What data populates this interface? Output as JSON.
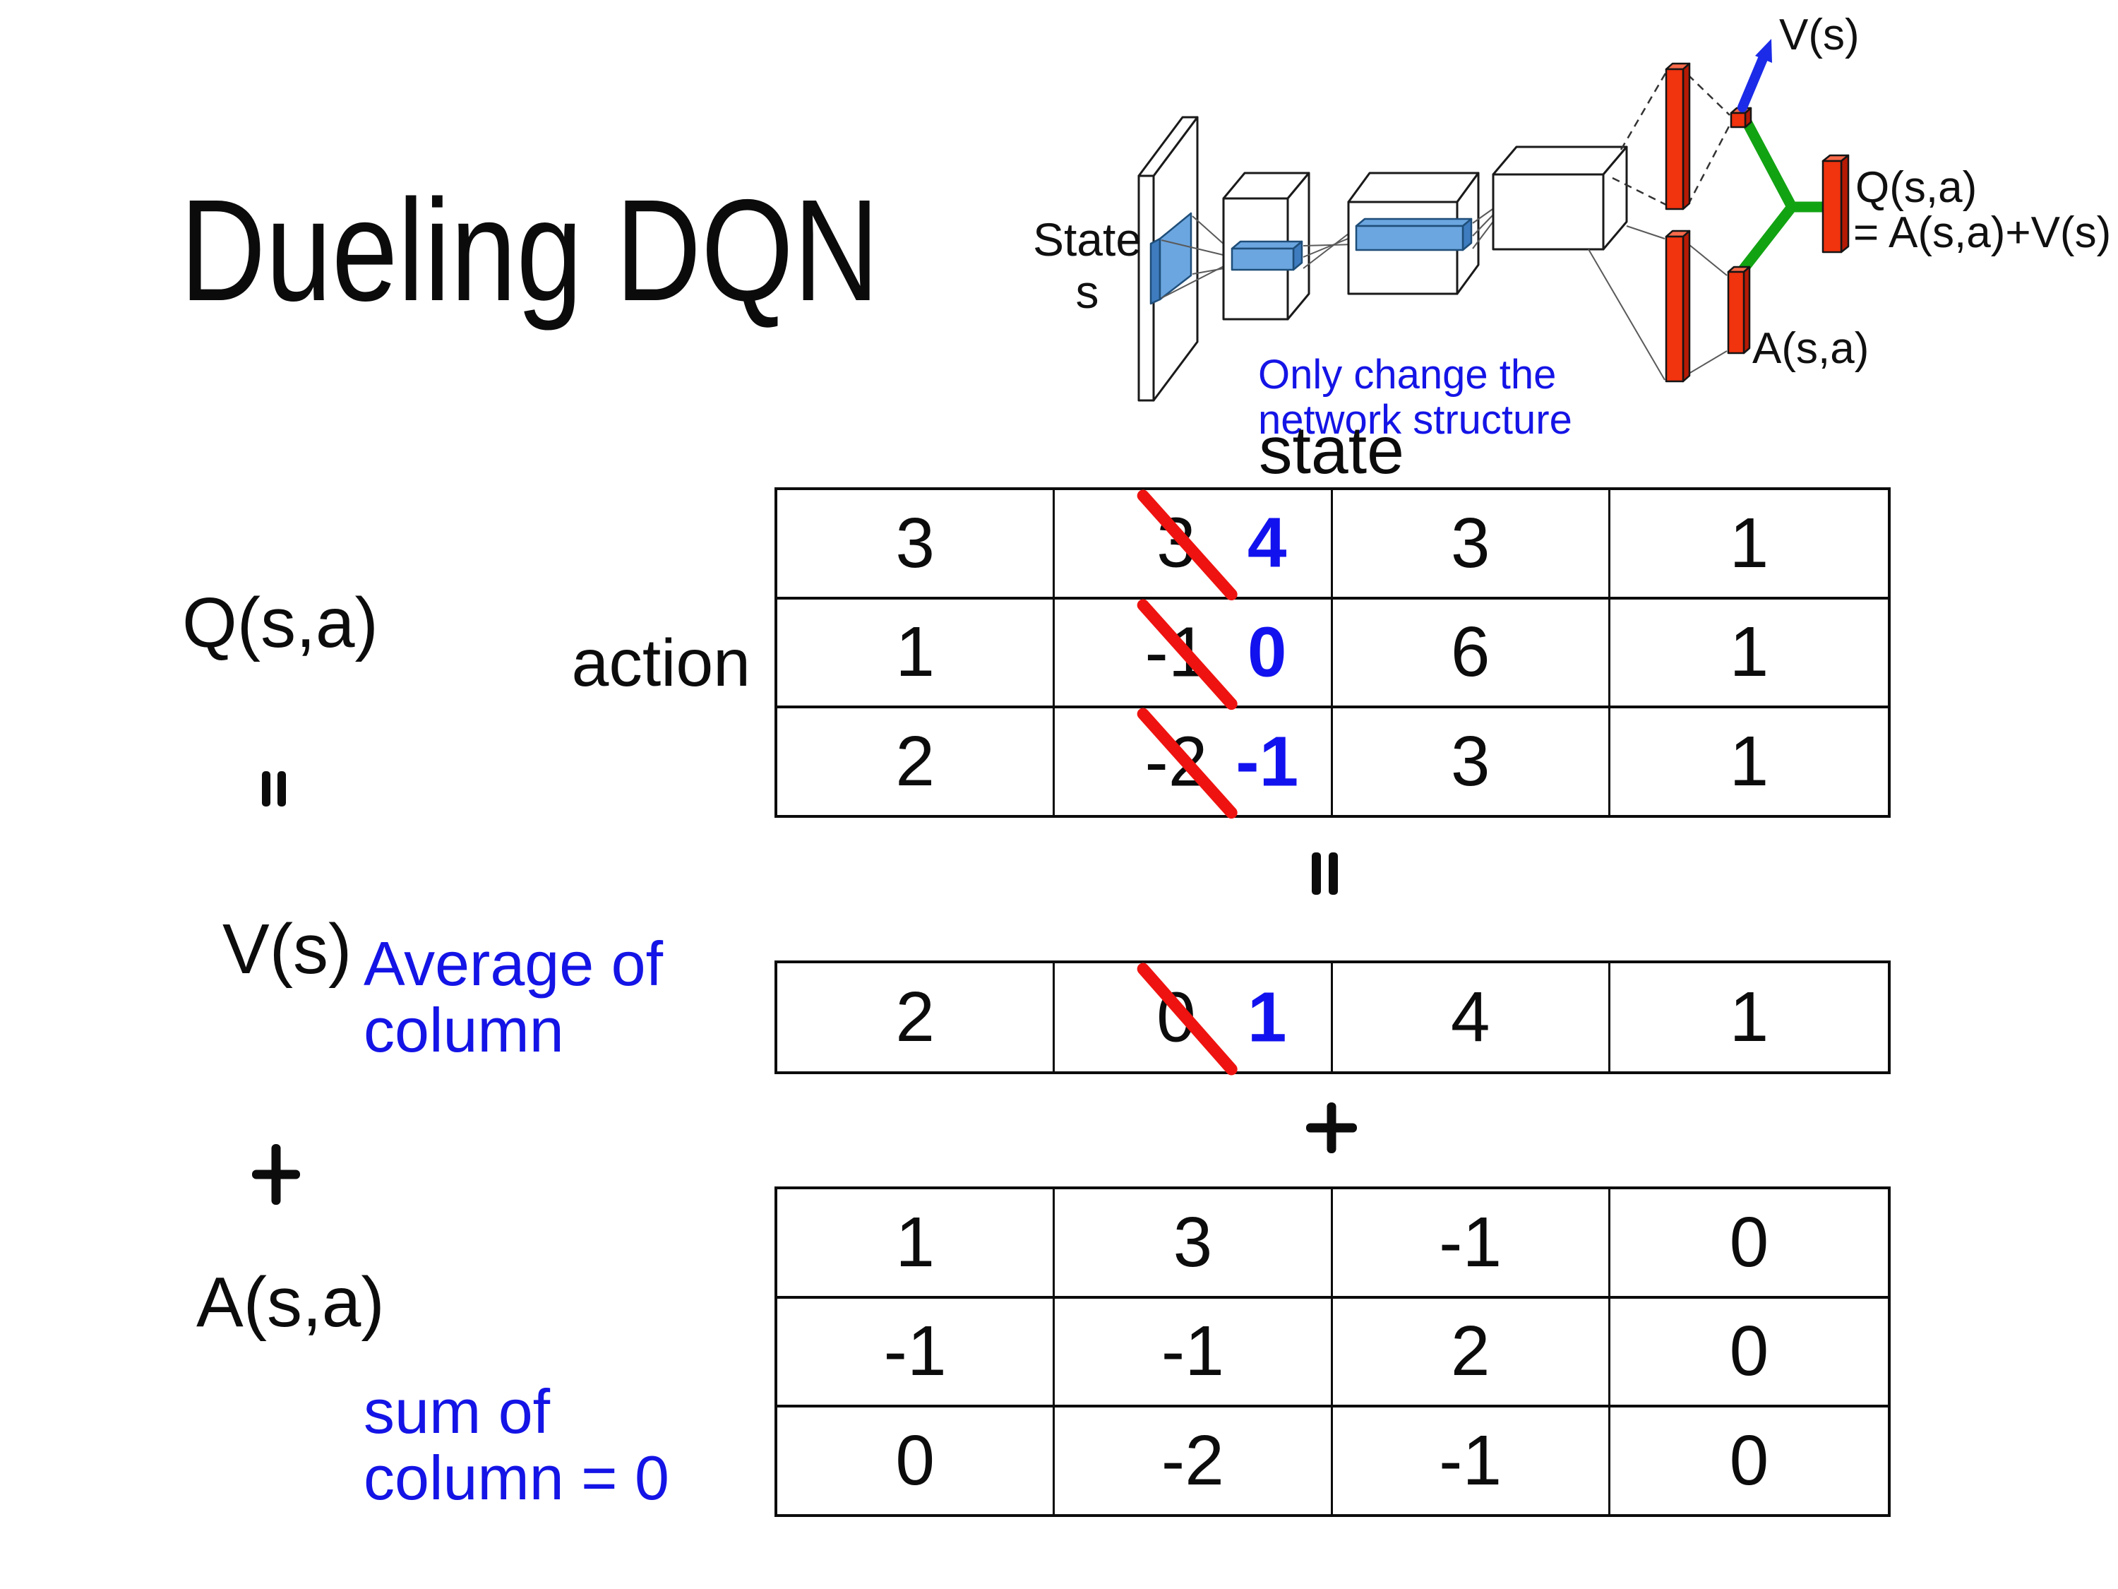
{
  "title": "Dueling DQN",
  "colors": {
    "ink": "#0c0c0c",
    "blue": "#1414e6",
    "blue_number": "#1212ef",
    "red": "#ee1310",
    "red_bar": "#f1330e",
    "red_side": "#b51a05",
    "red_top": "#f86a4a",
    "green": "#12a312",
    "blue_bar": "#6ca6e0",
    "blue_bar_dark": "#3e7cbf",
    "arrow": "#1b2be8"
  },
  "diagram": {
    "state_line1": "State",
    "state_line2": "s",
    "note_line1": "Only change the",
    "note_line2": "network structure",
    "v_out": "V(s)",
    "a_out": "A(s,a)",
    "q_out_line1": "Q(s,a)",
    "q_out_line2": "= A(s,a)+V(s)"
  },
  "labels": {
    "state_header": "state",
    "action": "action",
    "q": "Q(s,a)",
    "v": "V(s)",
    "a": "A(s,a)",
    "avg_line1": "Average of",
    "avg_line2": "column",
    "sum_line1": "sum of",
    "sum_line2": "column = 0"
  },
  "operators": {
    "equals_left": "=",
    "equals_center": "=",
    "plus_left": "+",
    "plus_center": "+"
  },
  "tables": {
    "q": {
      "rows": [
        [
          {
            "t": "3"
          },
          {
            "old": "3",
            "new": "4"
          },
          {
            "t": "3"
          },
          {
            "t": "1"
          }
        ],
        [
          {
            "t": "1"
          },
          {
            "old": "-1",
            "new": "0"
          },
          {
            "t": "6"
          },
          {
            "t": "1"
          }
        ],
        [
          {
            "t": "2"
          },
          {
            "old": "-2",
            "new": "-1"
          },
          {
            "t": "3"
          },
          {
            "t": "1"
          }
        ]
      ]
    },
    "v": {
      "rows": [
        [
          {
            "t": "2"
          },
          {
            "old": "0",
            "new": "1"
          },
          {
            "t": "4"
          },
          {
            "t": "1"
          }
        ]
      ]
    },
    "a": {
      "rows": [
        [
          {
            "t": "1"
          },
          {
            "t": "3"
          },
          {
            "t": "-1"
          },
          {
            "t": "0"
          }
        ],
        [
          {
            "t": "-1"
          },
          {
            "t": "-1"
          },
          {
            "t": "2"
          },
          {
            "t": "0"
          }
        ],
        [
          {
            "t": "0"
          },
          {
            "t": "-2"
          },
          {
            "t": "-1"
          },
          {
            "t": "0"
          }
        ]
      ]
    }
  }
}
